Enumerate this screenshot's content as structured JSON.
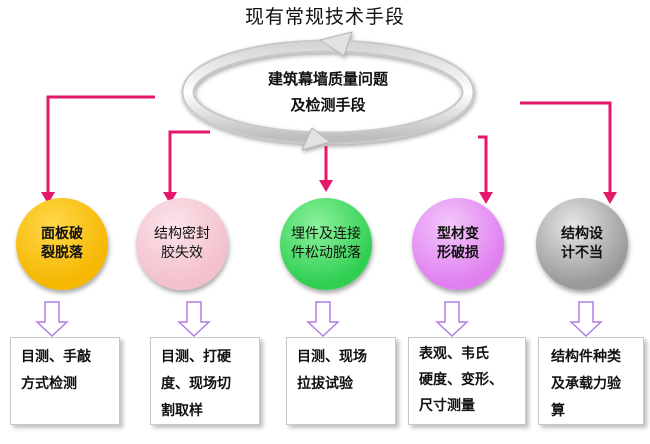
{
  "title": "现有常规技术手段",
  "center": {
    "line1": "建筑幕墙质量问题",
    "line2": "及检测手段"
  },
  "categories": [
    {
      "lines": [
        "面板破",
        "裂脱落"
      ],
      "color": "#f5b700",
      "color_light": "#ffd84a"
    },
    {
      "lines": [
        "结构密封",
        "胶失效"
      ],
      "color": "#f3c0cc",
      "color_light": "#fbe3ea"
    },
    {
      "lines": [
        "埋件及连接",
        "件松动脱落"
      ],
      "color": "#2fcf52",
      "color_light": "#8df29d"
    },
    {
      "lines": [
        "型材变",
        "形破损"
      ],
      "color": "#df7ff0",
      "color_light": "#f4c7fb"
    },
    {
      "lines": [
        "结构设",
        "计不当"
      ],
      "color": "#9a9a9a",
      "color_light": "#e6e6e6"
    }
  ],
  "methods": [
    {
      "lines": [
        "目测、手敲",
        "方式检测"
      ]
    },
    {
      "lines": [
        "目测、打硬",
        "度、现场切",
        "割取样"
      ]
    },
    {
      "lines": [
        "目测、现场",
        "拉拔试验"
      ]
    },
    {
      "lines": [
        "表观、韦氏",
        "硬度、变形、",
        "尺寸测量"
      ]
    },
    {
      "lines": [
        "结构件种类",
        "及承载力验",
        "算"
      ]
    }
  ],
  "colors": {
    "arrow": "#e5176b",
    "hollow_arrow": "#b07fe0"
  }
}
